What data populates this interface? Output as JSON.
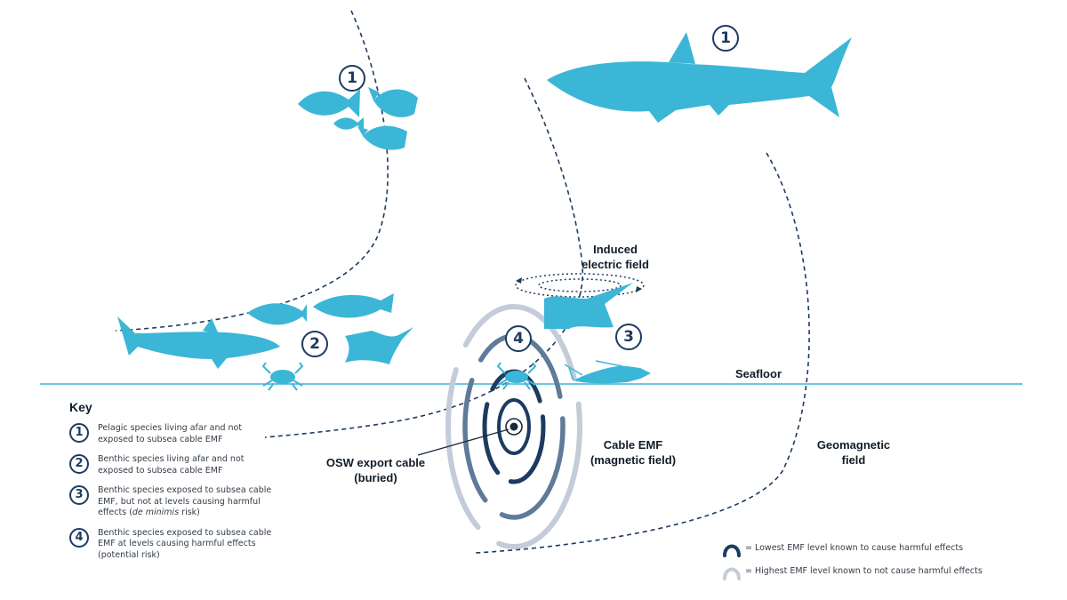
{
  "labels": {
    "induced_field": "Induced\nelectric field",
    "seafloor": "Seafloor",
    "cable_emf": "Cable EMF\n(magnetic field)",
    "cable": "OSW export cable\n(buried)",
    "geomagnetic": "Geomagnetic\nfield"
  },
  "badges": {
    "fish_school": "1",
    "shark_top": "1",
    "benthic": "2",
    "ray": "3",
    "cable_zone": "4"
  },
  "key": {
    "title": "Key",
    "items": [
      {
        "num": "1",
        "text": "Pelagic species living afar and not exposed to subsea cable EMF"
      },
      {
        "num": "2",
        "text": "Benthic species living afar and not exposed to subsea cable EMF"
      },
      {
        "num": "3",
        "text_before": "Benthic species exposed to subsea cable EMF, but not at levels causing harmful effects (",
        "text_em": "de minimis",
        "text_after": " risk)"
      },
      {
        "num": "4",
        "text": "Benthic species exposed to subsea cable EMF at levels causing harmful effects (potential risk)"
      }
    ]
  },
  "legend": {
    "lowest": "= Lowest EMF level known to cause harmful effects",
    "highest": "= Highest EMF level known to not cause harmful effects"
  },
  "colors": {
    "animal": "#3bb6d6",
    "navy": "#1d3b61",
    "ring_dark": "#5e7b99",
    "ring_light": "#c3ccd8",
    "seafloor": "#3bb6d6"
  }
}
